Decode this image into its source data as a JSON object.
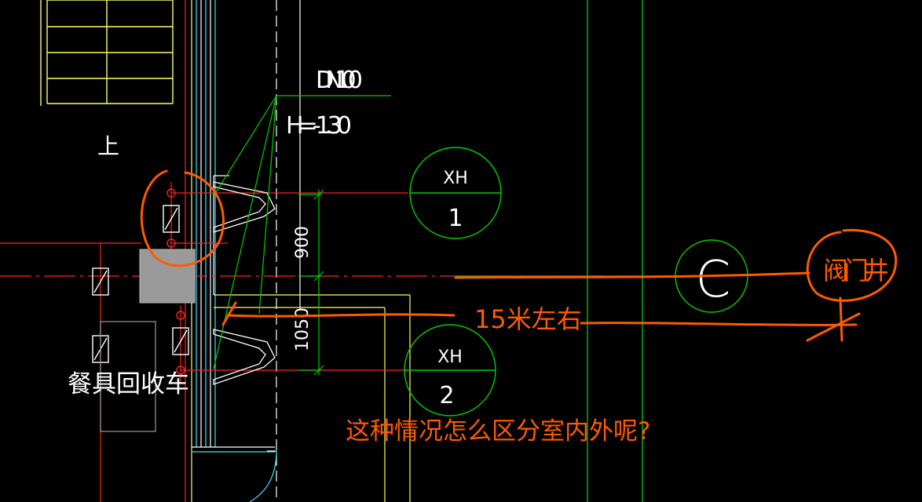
{
  "drawing": {
    "pipe_label": "DN100",
    "elevation_label": "H=-1.30",
    "stair_label": "上",
    "equipment_label": "餐具回收车",
    "hydrant_1": {
      "top": "XH",
      "bottom": "1"
    },
    "hydrant_2": {
      "top": "XH",
      "bottom": "2"
    },
    "axis_label": "C",
    "dim_upper": "900",
    "dim_lower": "1050"
  },
  "annotations": {
    "distance_note": "15米左右",
    "valve_well": "阀门井",
    "question": "这种情况怎么区分室内外呢?"
  },
  "colors": {
    "background": "#000000",
    "green": "#00d000",
    "red": "#ff2020",
    "yellow": "#ffff60",
    "white": "#ffffff",
    "cyan": "#40e0ff",
    "grey_fill": "#9a9a9a",
    "markup_orange": "#ff5a00"
  }
}
